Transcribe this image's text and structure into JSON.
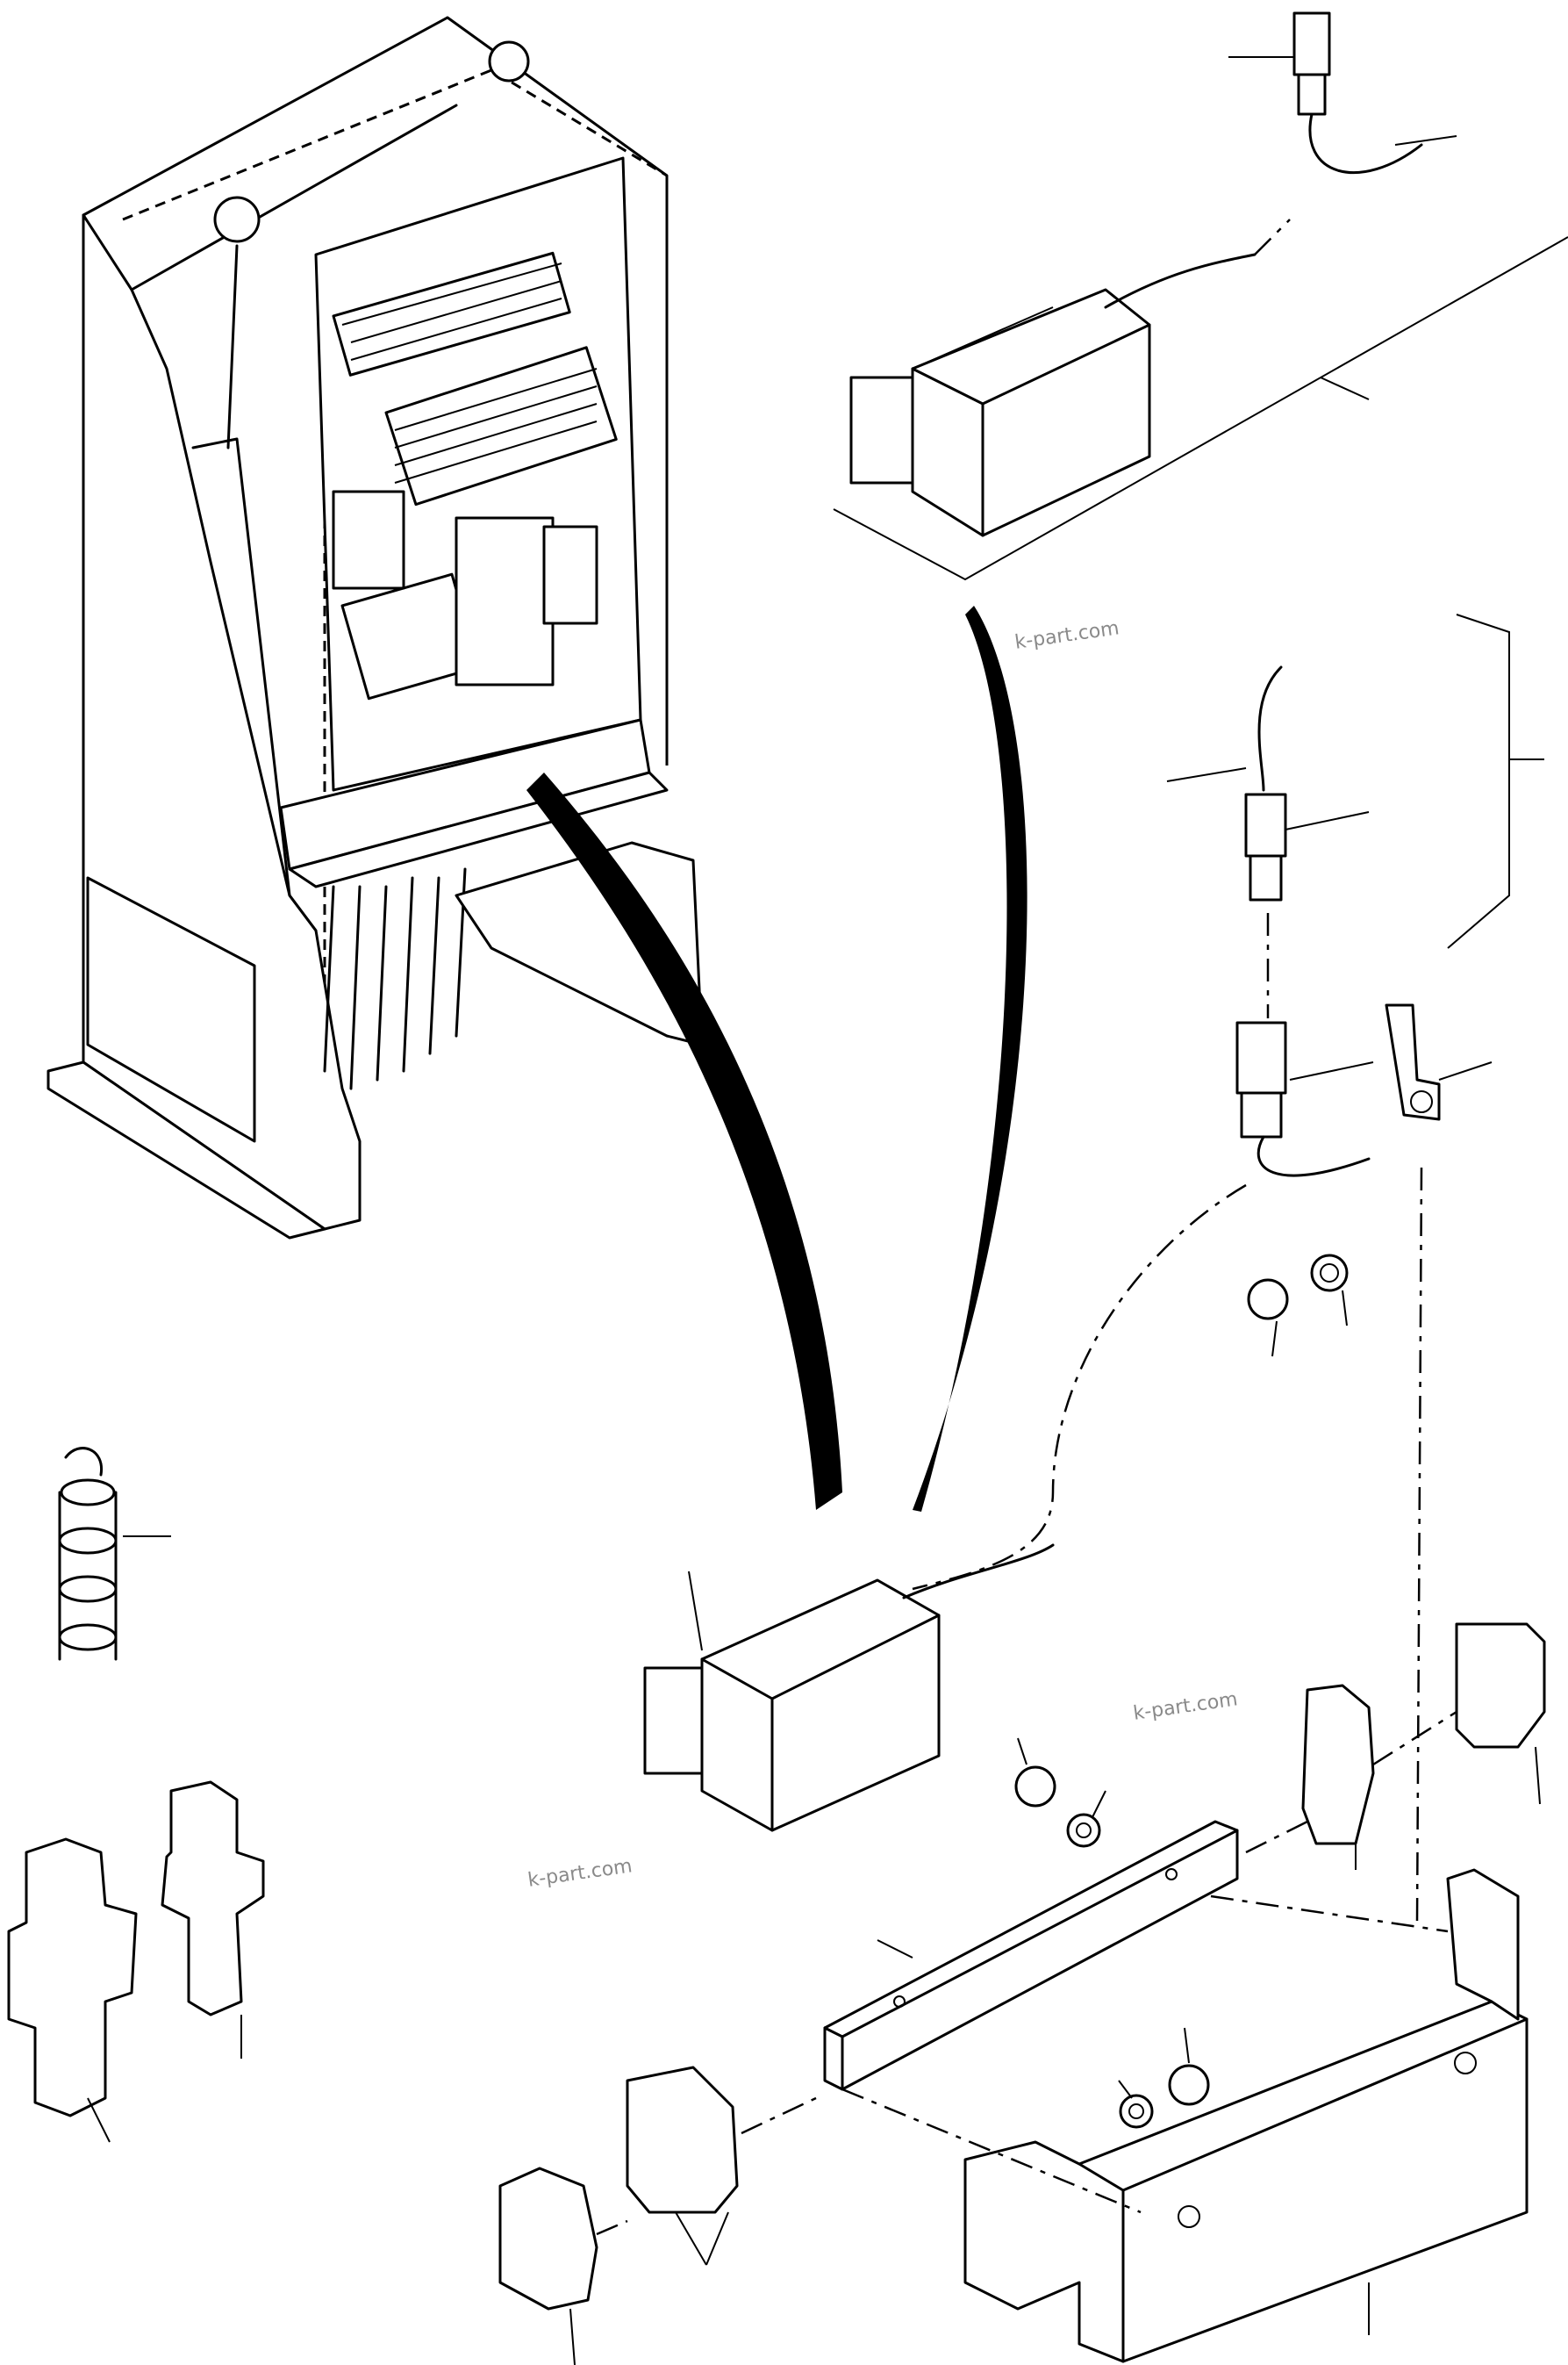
{
  "watermarks": [
    "k-part.com",
    "k-part.com",
    "k-part.com"
  ]
}
